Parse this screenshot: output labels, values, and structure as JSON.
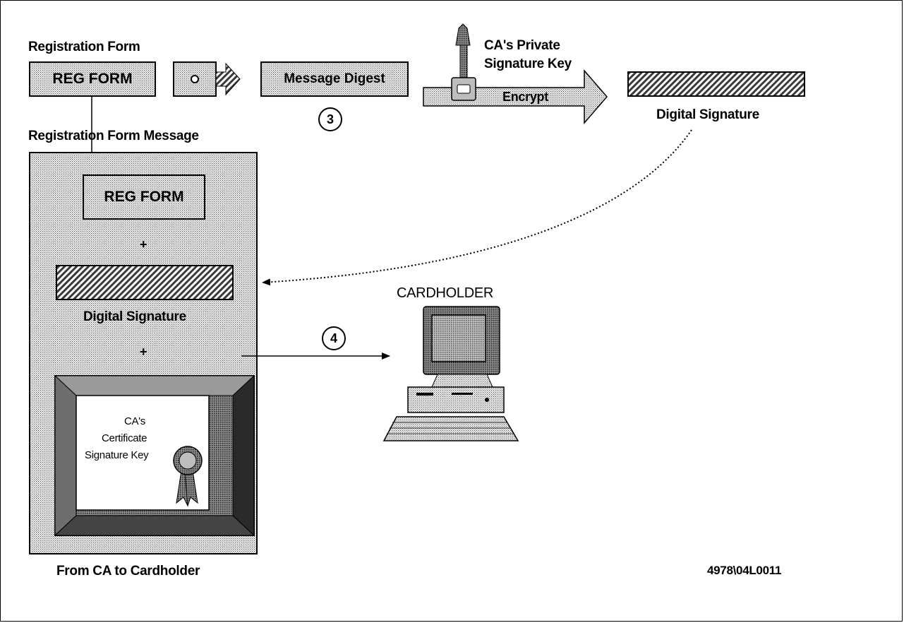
{
  "labels": {
    "registration_form": "Registration Form",
    "registration_form_message": "Registration Form Message",
    "digital_signature_top": "Digital Signature",
    "digital_signature_inner": "Digital Signature",
    "cardholder": "CARDHOLDER",
    "footer_left": "From CA to Cardholder",
    "footer_right": "4978\\04L0011",
    "encrypt": "Encrypt",
    "plus_1": "+",
    "plus_2": "+"
  },
  "boxes": {
    "reg_form_top": "REG FORM",
    "message_digest": "Message Digest",
    "reg_form_inner": "REG FORM"
  },
  "key_label": {
    "line1": "CA's Private",
    "line2": "Signature Key"
  },
  "certificate": {
    "line1": "CA's",
    "line2": "Certificate",
    "line3": "Signature Key"
  },
  "steps": {
    "step3": "3",
    "step4": "4"
  },
  "colors": {
    "stroke": "#000000",
    "dither_fill": "#c8c8c8",
    "hatch_fill": "#8a8a8a",
    "frame_dark": "#555555"
  }
}
